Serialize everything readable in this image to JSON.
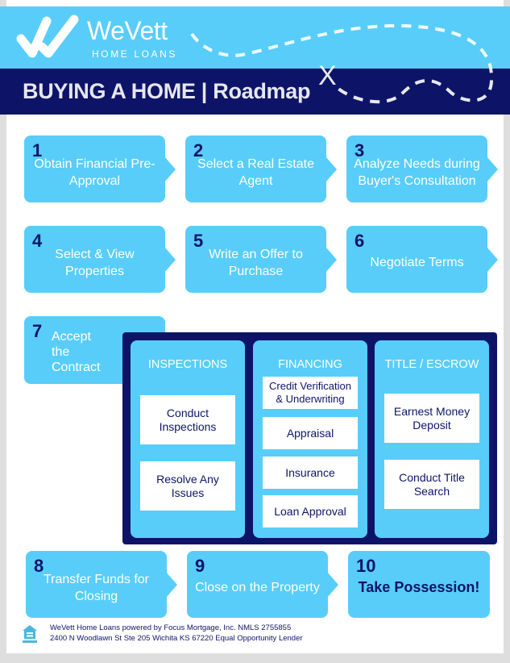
{
  "header": {
    "brand": "WeVett",
    "brand_sub": "HOME LOANS",
    "title": "BUYING A HOME | Roadmap",
    "colors": {
      "light_blue": "#58cdf9",
      "navy": "#0d1468"
    }
  },
  "steps": [
    {
      "num": "1",
      "label": "Obtain Financial Pre-Approval"
    },
    {
      "num": "2",
      "label": "Select a Real Estate Agent"
    },
    {
      "num": "3",
      "label": "Analyze Needs during Buyer's Consultation"
    },
    {
      "num": "4",
      "label": "Select  & View Properties"
    },
    {
      "num": "5",
      "label": "Write an Offer to Purchase"
    },
    {
      "num": "6",
      "label": "Negotiate Terms"
    },
    {
      "num": "7",
      "label": "Accept the Contract"
    },
    {
      "num": "8",
      "label": "Transfer Funds for Closing"
    },
    {
      "num": "9",
      "label": "Close on the Property"
    },
    {
      "num": "10",
      "label": "Take Possession!"
    }
  ],
  "process": {
    "columns": [
      {
        "heading": "INSPECTIONS",
        "items": [
          "Conduct Inspections",
          "Resolve Any Issues"
        ]
      },
      {
        "heading": "FINANCING",
        "items": [
          "Credit Verification & Underwriting",
          "Appraisal",
          "Insurance",
          "Loan Approval"
        ]
      },
      {
        "heading": "TITLE / ESCROW",
        "items": [
          "Earnest Money Deposit",
          "Conduct Title Search"
        ]
      }
    ]
  },
  "footer": {
    "line1": "WeVett Home Loans powered by Focus Mortgage, Inc. NMLS 2755855",
    "line2": "2400 N Woodlawn St Ste 205 Wichita KS 67220 Equal Opportunity Lender",
    "icon": "equal-housing-icon"
  }
}
